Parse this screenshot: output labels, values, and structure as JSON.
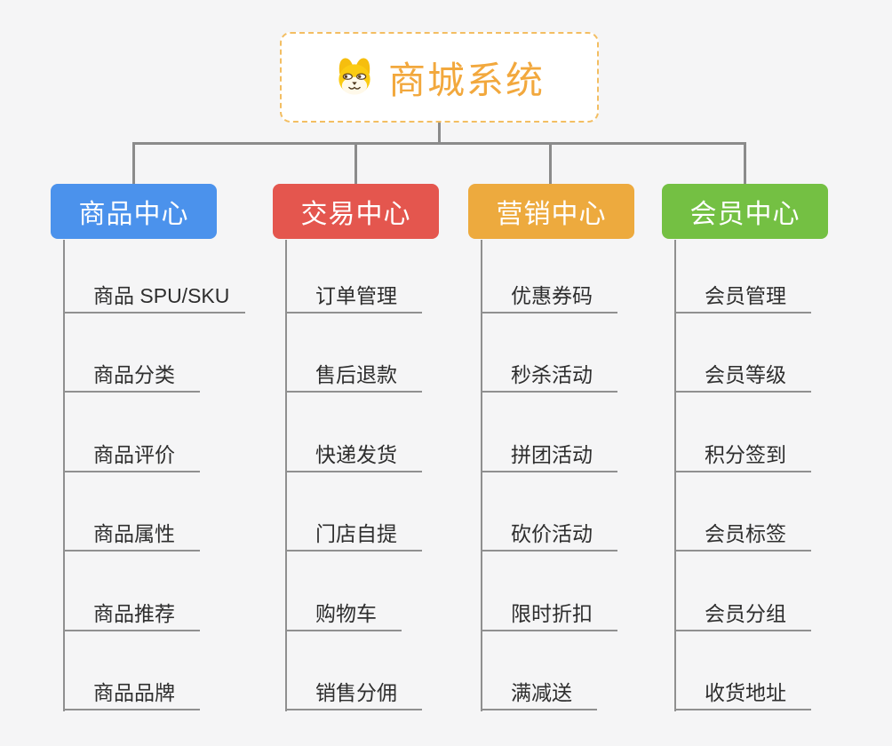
{
  "root": {
    "title": "商城系统",
    "icon": "shiba-dog-icon"
  },
  "branches": [
    {
      "label": "商品中心",
      "color": "#4b92ec",
      "items": [
        "商品 SPU/SKU",
        "商品分类",
        "商品评价",
        "商品属性",
        "商品推荐",
        "商品品牌"
      ]
    },
    {
      "label": "交易中心",
      "color": "#e4564e",
      "items": [
        "订单管理",
        "售后退款",
        "快递发货",
        "门店自提",
        "购物车",
        "销售分佣"
      ]
    },
    {
      "label": "营销中心",
      "color": "#edaa3e",
      "items": [
        "优惠券码",
        "秒杀活动",
        "拼团活动",
        "砍价活动",
        "限时折扣",
        "满减送"
      ]
    },
    {
      "label": "会员中心",
      "color": "#74c043",
      "items": [
        "会员管理",
        "会员等级",
        "积分签到",
        "会员标签",
        "会员分组",
        "收货地址"
      ]
    }
  ],
  "palette": {
    "background": "#f5f5f6",
    "connector": "#8b8b8b",
    "root_title": "#f2a83d",
    "root_border": "#f3be62",
    "leaf_text": "#2e2e2e"
  }
}
